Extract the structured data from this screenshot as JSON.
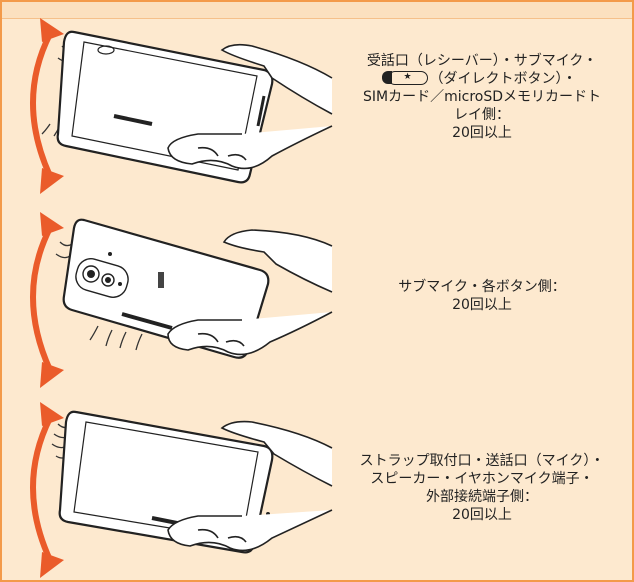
{
  "panels": [
    {
      "caption_lines": [
        "受話口（レシーバー）・サブマイク・",
        "（ダイレクトボタン）・",
        "SIMカード／microSDメモリカードト",
        "レイ側：",
        "20回以上"
      ],
      "key_icon_symbol": "★"
    },
    {
      "caption_lines": [
        "サブマイク・各ボタン側：",
        "20回以上"
      ]
    },
    {
      "caption_lines": [
        "ストラップ取付口・送話口（マイク）・",
        "スピーカー・イヤホンマイク端子・",
        "外部接続端子側：",
        "20回以上"
      ]
    }
  ],
  "colors": {
    "background": "#fde9cf",
    "border": "#f39a4a",
    "arrow": "#ea5b2a"
  },
  "icons": [
    "curved-double-arrow-icon",
    "smartphone-front-icon",
    "smartphone-back-icon",
    "hand-icon",
    "direct-button-key-icon"
  ]
}
